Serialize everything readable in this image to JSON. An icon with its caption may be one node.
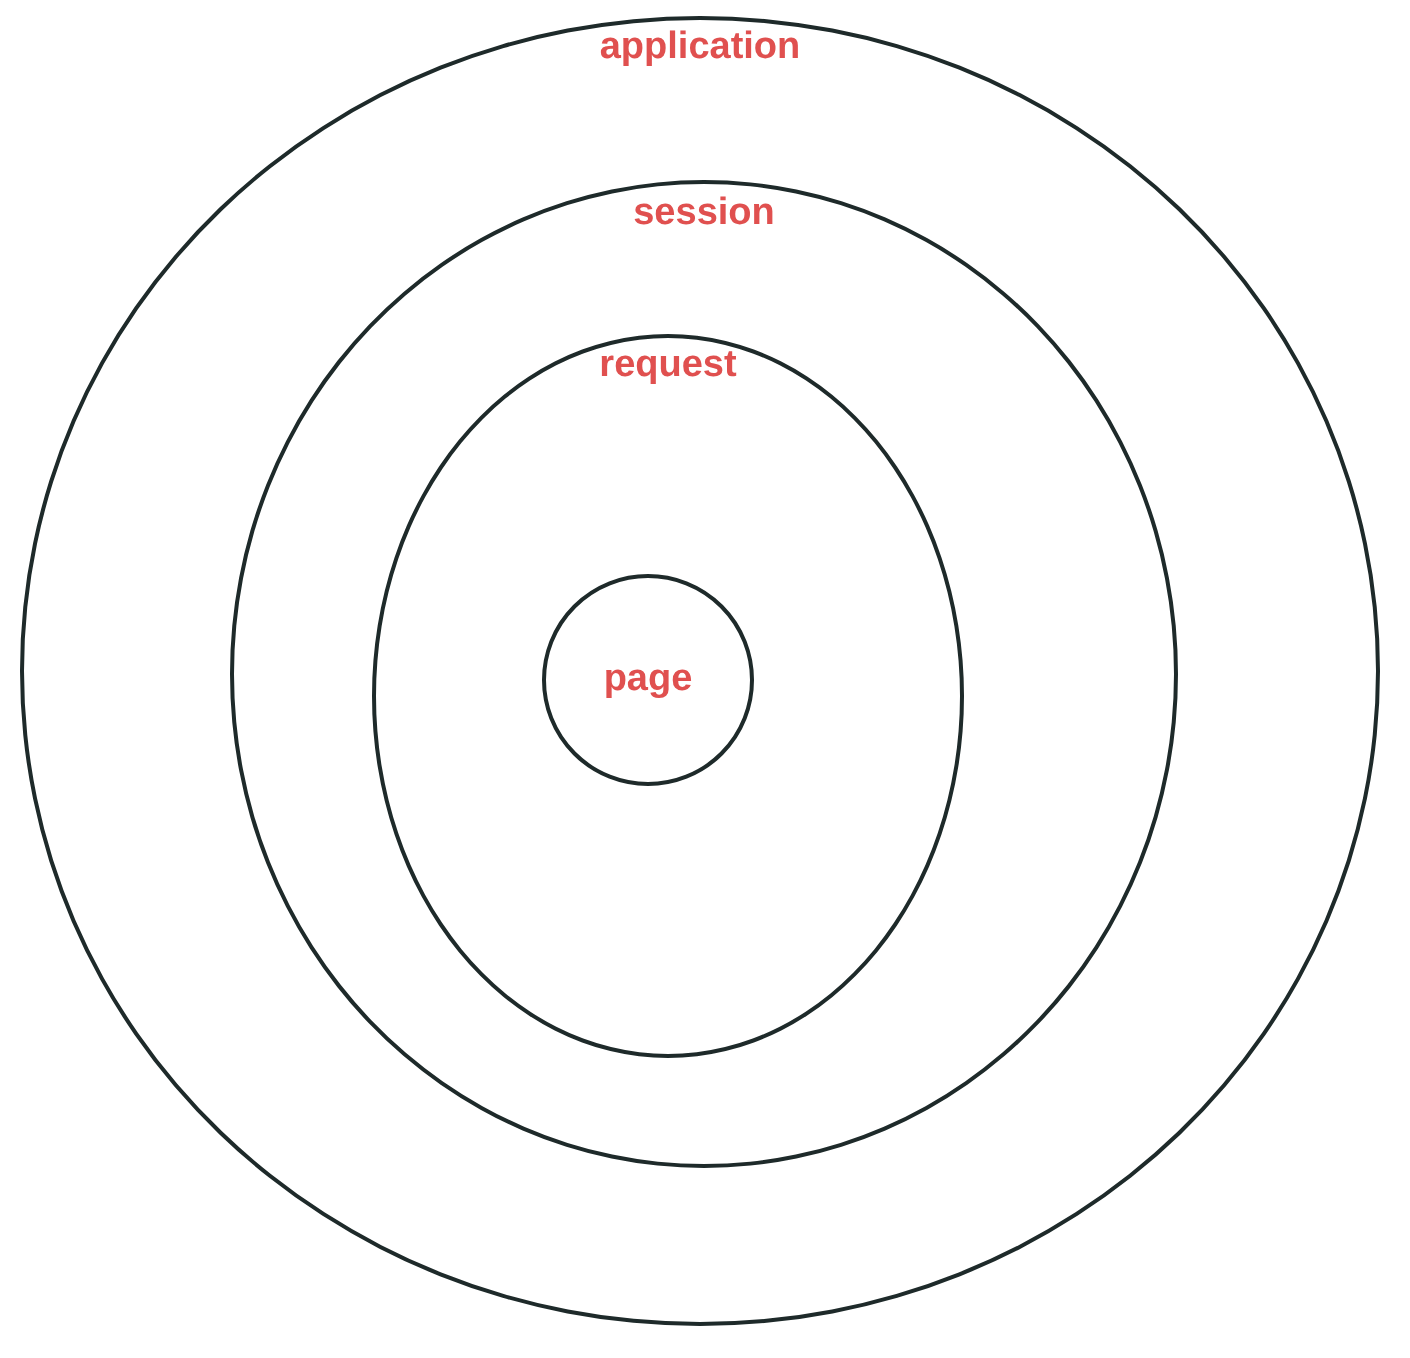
{
  "diagram": {
    "nodes": [
      {
        "text": [
          "application"
        ]
      },
      {
        "text": [
          "session"
        ],
        "in": 0
      },
      {
        "text": [
          "request"
        ],
        "in": 1
      },
      {
        "text": [
          "page"
        ],
        "in": 2
      }
    ]
  }
}
